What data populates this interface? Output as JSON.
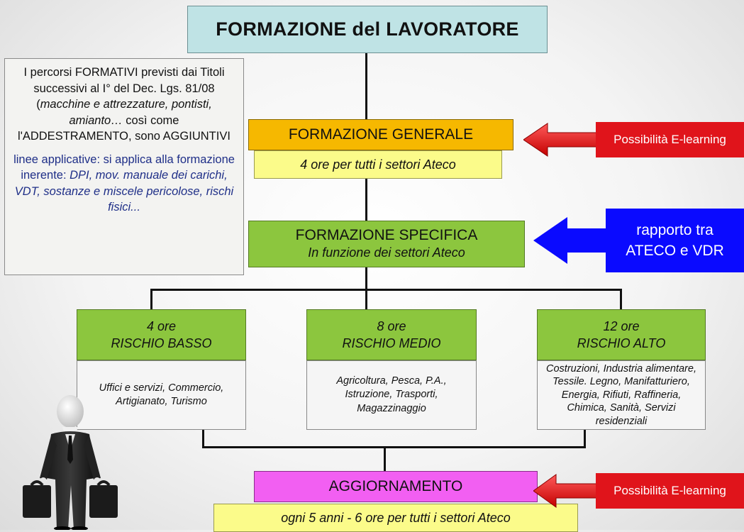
{
  "title": "FORMAZIONE del LAVORATORE",
  "side_note": {
    "p1_a": "I percorsi FORMATIVI previsti  dai Titoli successivi al I° del Dec. Lgs. 81/08 (",
    "p1_italic": "macchine e attrezzature, pontisti, amianto…",
    "p1_b": " così come l'ADDESTRAMENTO, sono AGGIUNTIVI",
    "p2_a": "linee applicative: si applica alla formazione inerente: ",
    "p2_italic": "DPI, mov. manuale dei carichi, VDT, sostanze e miscele pericolose, rischi fisici..."
  },
  "formazione_generale": {
    "label": "FORMAZIONE GENERALE",
    "sub": "4 ore per tutti i settori Ateco",
    "tag": "Possibilità E-learning"
  },
  "formazione_specifica": {
    "label": "FORMAZIONE SPECIFICA",
    "sub": "In funzione dei settori Ateco",
    "tag_line1": "rapporto tra",
    "tag_line2": "ATECO e  VDR"
  },
  "categories": [
    {
      "hours": "4 ore",
      "risk": "RISCHIO BASSO",
      "sectors": "Uffici e servizi, Commercio, Artigianato, Turismo"
    },
    {
      "hours": "8 ore",
      "risk": "RISCHIO MEDIO",
      "sectors": "Agricoltura, Pesca, P.A., Istruzione, Trasporti, Magazzinaggio"
    },
    {
      "hours": "12 ore",
      "risk": "RISCHIO ALTO",
      "sectors": "Costruzioni, Industria alimentare, Tessile. Legno, Manifatturiero, Energia, Rifiuti, Raffineria, Chimica, Sanità, Servizi residenziali"
    }
  ],
  "aggiornamento": {
    "label": "AGGIORNAMENTO",
    "sub": "ogni 5 anni - 6 ore per tutti i settori Ateco",
    "tag": "Possibilità E-learning"
  },
  "colors": {
    "title_bg": "#bfe3e5",
    "generale_bg": "#f6b800",
    "sub_bg": "#fbfb8a",
    "specifica_bg": "#8cc63e",
    "aggiornamento_bg": "#f25ff2",
    "red_tag": "#e0141b",
    "blue_tag": "#0a0aff"
  }
}
